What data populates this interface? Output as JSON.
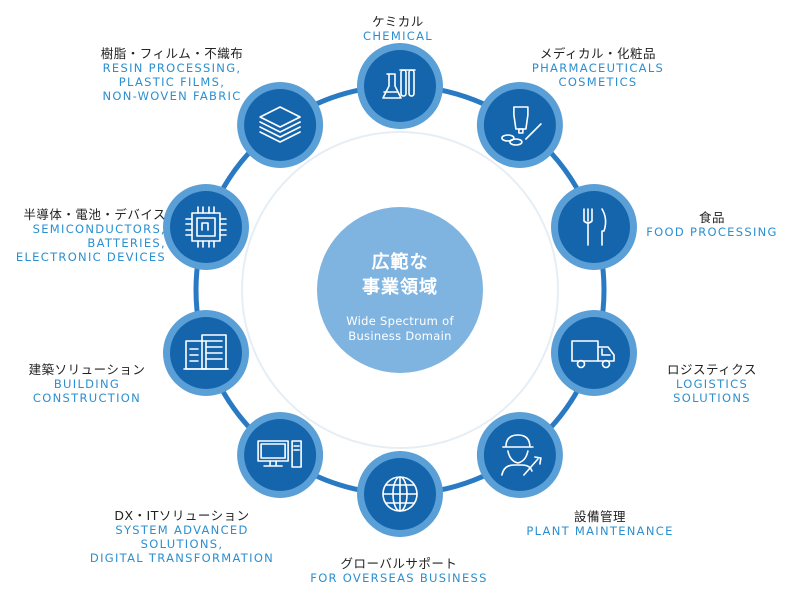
{
  "center": {
    "title_line1": "広範な",
    "title_line2": "事業領域",
    "subtitle_line1": "Wide Spectrum of",
    "subtitle_line2": "Business Domain"
  },
  "colors": {
    "node_fill": "#1565ad",
    "node_ring": "#5b9fd7",
    "center_fill": "#7fb4e0",
    "label_en": "#2b8fd0",
    "label_jp": "#222222",
    "ring_light": "#e6eef5"
  },
  "domains": [
    {
      "icon": "flask-test-tubes-icon",
      "jp": "ケミカル",
      "en": [
        "CHEMICAL"
      ]
    },
    {
      "icon": "tube-syringe-pills-icon",
      "jp": "メディカル・化粧品",
      "en": [
        "PHARMACEUTICALS",
        "COSMETICS"
      ]
    },
    {
      "icon": "fork-knife-icon",
      "jp": "食品",
      "en": [
        "FOOD PROCESSING"
      ]
    },
    {
      "icon": "delivery-truck-icon",
      "jp": "ロジスティクス",
      "en": [
        "LOGISTICS",
        "SOLUTIONS"
      ]
    },
    {
      "icon": "engineer-wrench-icon",
      "jp": "設備管理",
      "en": [
        "PLANT MAINTENANCE"
      ]
    },
    {
      "icon": "globe-icon",
      "jp": "グローバルサポート",
      "en": [
        "FOR OVERSEAS BUSINESS"
      ]
    },
    {
      "icon": "desktop-computer-icon",
      "jp": "DX・ITソリューション",
      "en": [
        "SYSTEM ADVANCED",
        "SOLUTIONS,",
        "DIGITAL TRANSFORMATION"
      ]
    },
    {
      "icon": "building-icon",
      "jp": "建築ソリューション",
      "en": [
        "BUILDING",
        "CONSTRUCTION"
      ]
    },
    {
      "icon": "microchip-icon",
      "jp": "半導体・電池・デバイス",
      "en": [
        "SEMICONDUCTORS,",
        "BATTERIES,",
        "ELECTRONIC DEVICES"
      ]
    },
    {
      "icon": "layers-film-icon",
      "jp": "樹脂・フィルム・不織布",
      "en": [
        "RESIN PROCESSING,",
        "PLASTIC FILMS,",
        "NON-WOVEN FABRIC"
      ]
    }
  ]
}
